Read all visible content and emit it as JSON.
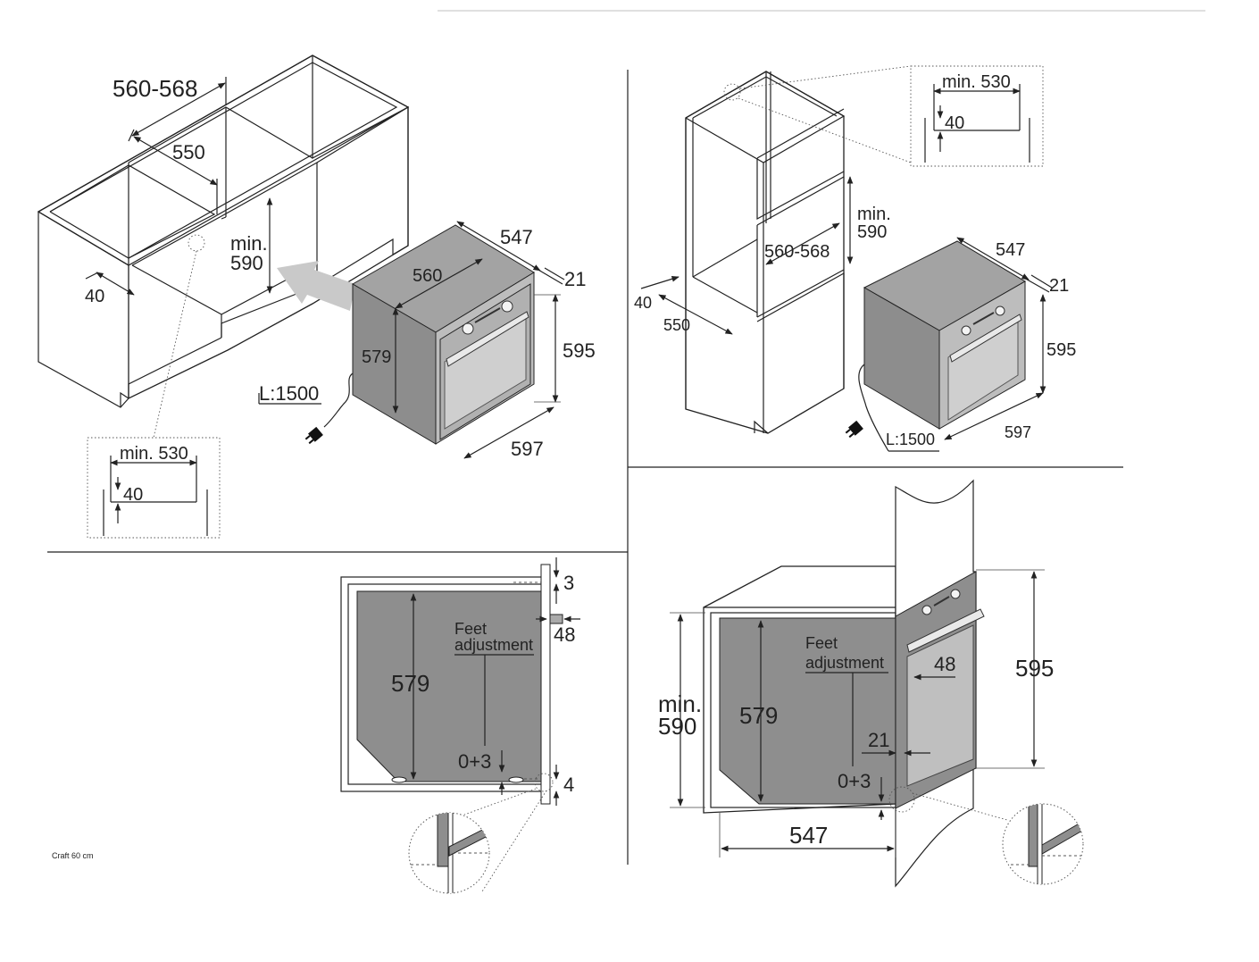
{
  "labels": {
    "d_560_568": "560-568",
    "d_550": "550",
    "d_min": "min.",
    "d_590": "590",
    "d_40": "40",
    "d_547": "547",
    "d_560": "560",
    "d_21": "21",
    "d_579": "579",
    "d_595": "595",
    "d_597": "597",
    "d_cable": "L:1500",
    "d_min530": "min. 530",
    "d_3": "3",
    "d_48": "48",
    "d_4": "4",
    "d_0_3": "0+3",
    "feet_line1": "Feet",
    "feet_line2": "adjustment"
  },
  "footer": {
    "model": "Craft 60 cm"
  },
  "colors": {
    "oven_body": "#8d8d8d",
    "oven_side": "#a3a3a3",
    "glass": "#cfcfcf",
    "line": "#222222",
    "insert_arrow": "#c9c9c9"
  },
  "icons": {
    "plug": "plug-icon"
  }
}
